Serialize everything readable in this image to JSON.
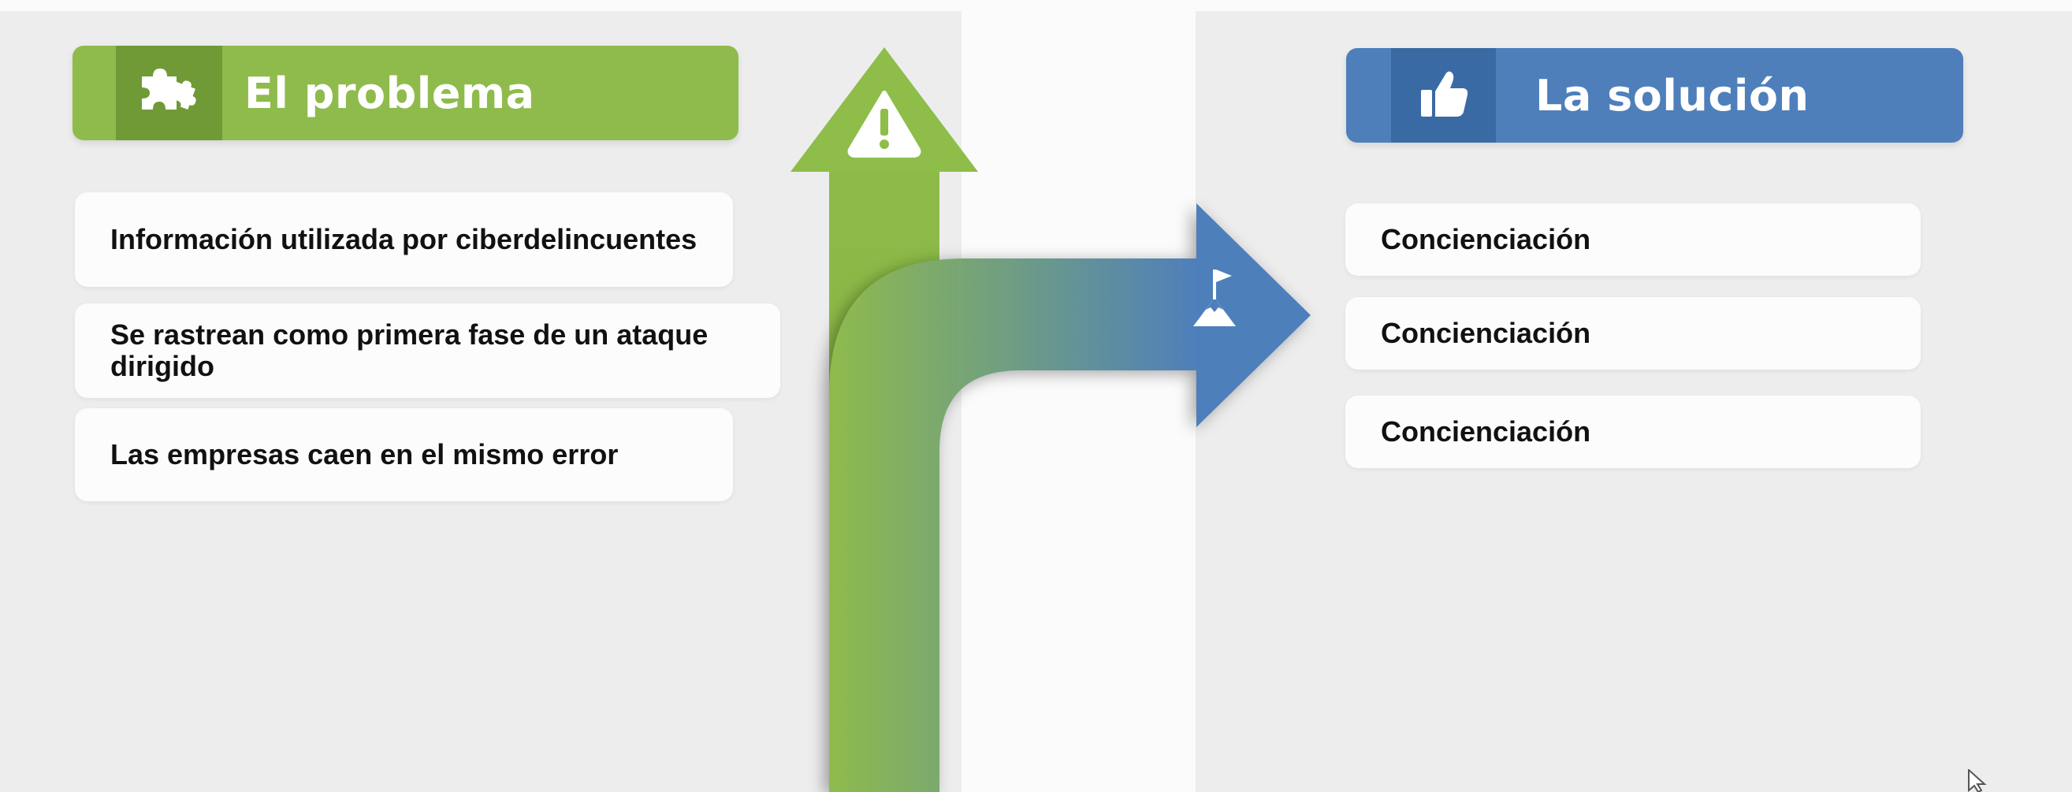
{
  "problem": {
    "title": "El problema",
    "icon": "puzzle-icon",
    "items": [
      "Información utilizada por ciberdelincuentes",
      "Se rastrean como primera fase de un ataque dirigido",
      "Las empresas caen en el mismo error"
    ]
  },
  "solution": {
    "title": "La solución",
    "icon": "thumbs-up-icon",
    "items": [
      "Concienciación",
      "Concienciación",
      "Concienciación"
    ]
  },
  "arrows": {
    "up_icon": "warning-icon",
    "right_icon": "mountain-flag-icon",
    "green": "#8fbb4c",
    "blue": "#4e7fbb"
  },
  "colors": {
    "problem_accent": "#8fbb4c",
    "problem_icon_bg": "#6f9a36",
    "solution_accent": "#4e7fbb",
    "solution_icon_bg": "#3a6aa3",
    "panel_bg": "#ededed"
  }
}
